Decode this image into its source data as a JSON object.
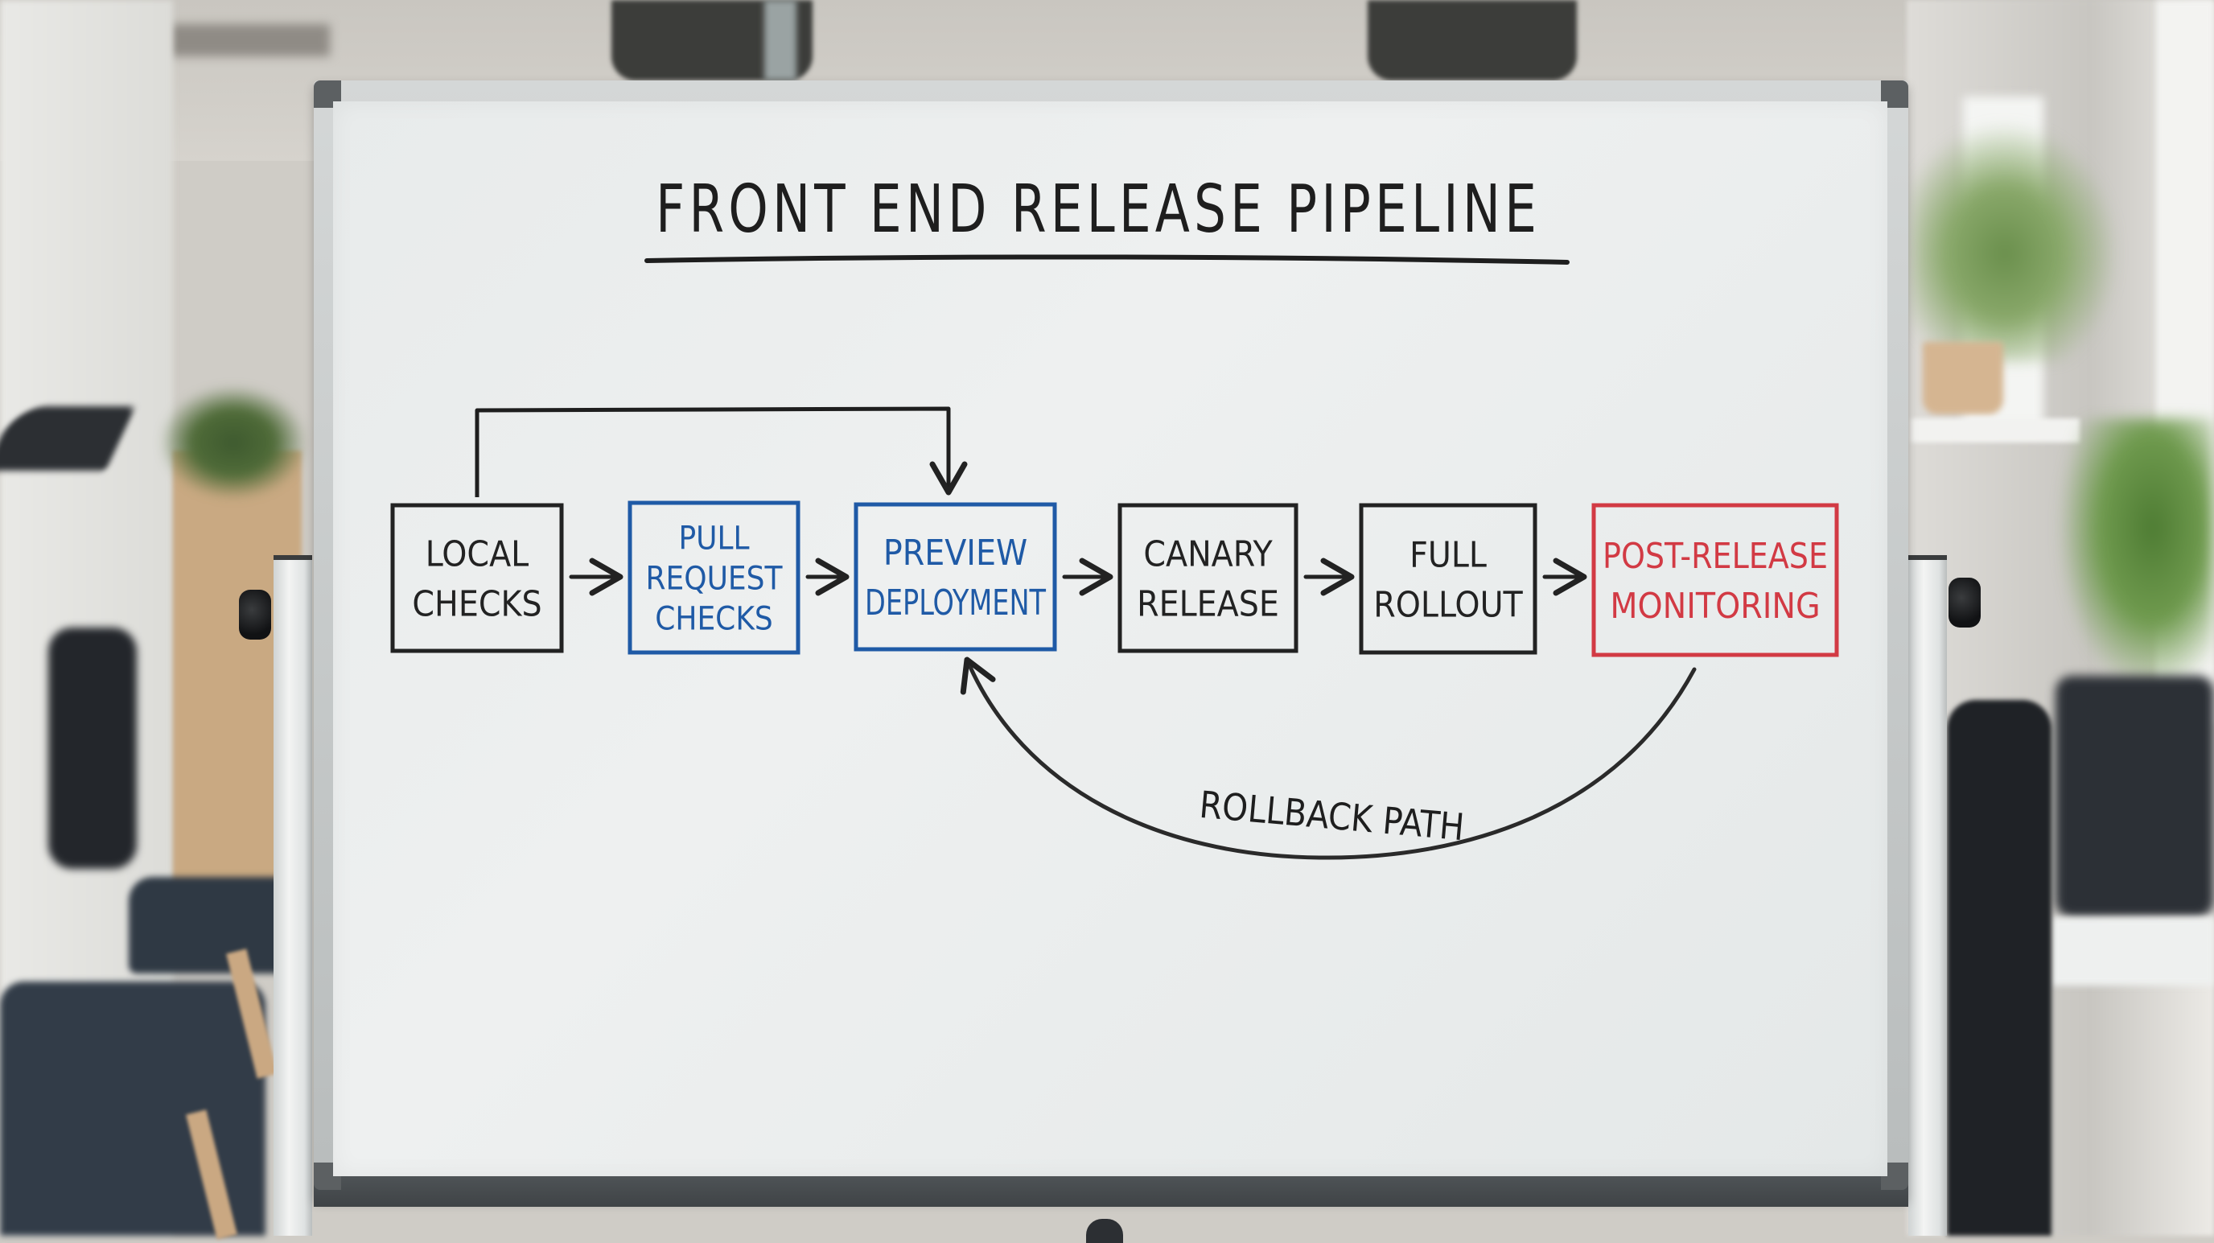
{
  "whiteboard": {
    "title": "FRONT END RELEASE PIPELINE",
    "colors": {
      "ink_black": "#222222",
      "ink_blue": "#1f5aa6",
      "ink_red": "#d23a44"
    },
    "stages": [
      {
        "id": "local-checks",
        "lines": [
          "LOCAL",
          "CHECKS"
        ],
        "ink": "black"
      },
      {
        "id": "pull-request-checks",
        "lines": [
          "PULL",
          "REQUEST",
          "CHECKS"
        ],
        "ink": "blue"
      },
      {
        "id": "preview-deployment",
        "lines": [
          "PREVIEW",
          "DEPLOYMENT"
        ],
        "ink": "blue"
      },
      {
        "id": "canary-release",
        "lines": [
          "CANARY",
          "RELEASE"
        ],
        "ink": "black"
      },
      {
        "id": "full-rollout",
        "lines": [
          "FULL",
          "ROLLOUT"
        ],
        "ink": "black"
      },
      {
        "id": "post-release-monitoring",
        "lines": [
          "POST-RELEASE",
          "MONITORING"
        ],
        "ink": "red"
      }
    ],
    "flow_arrows": [
      {
        "from": "local-checks",
        "to": "pull-request-checks"
      },
      {
        "from": "pull-request-checks",
        "to": "preview-deployment"
      },
      {
        "from": "preview-deployment",
        "to": "canary-release"
      },
      {
        "from": "canary-release",
        "to": "full-rollout"
      },
      {
        "from": "full-rollout",
        "to": "post-release-monitoring"
      }
    ],
    "bypass_arrow": {
      "from": "local-checks",
      "to": "preview-deployment"
    },
    "rollback": {
      "label": "ROLLBACK PATH",
      "from": "post-release-monitoring",
      "to": "preview-deployment"
    }
  }
}
